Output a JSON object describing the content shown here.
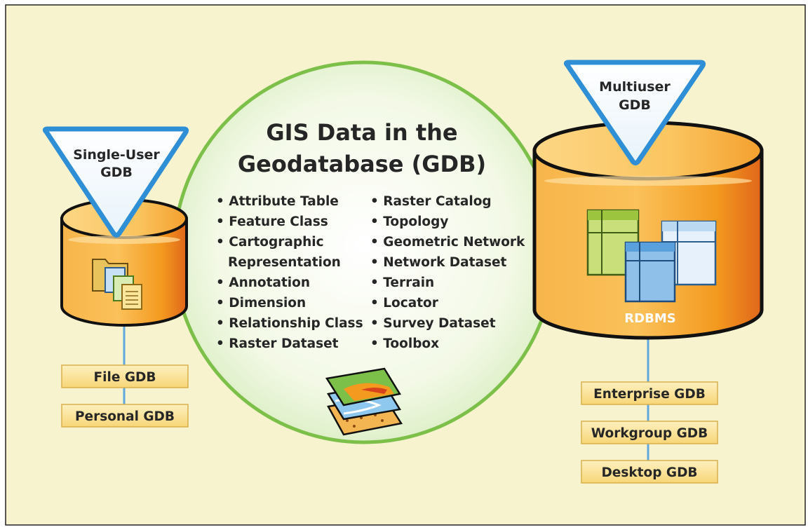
{
  "center": {
    "title_line1": "GIS Data in the",
    "title_line2": "Geodatabase (GDB)",
    "left_items": [
      "• Attribute Table",
      "• Feature Class",
      "• Cartographic",
      "Representation",
      "• Annotation",
      "• Dimension",
      "• Relationship Class",
      "• Raster Dataset"
    ],
    "right_items": [
      "• Raster Catalog",
      "• Topology",
      "• Geometric Network",
      "• Network Dataset",
      "• Terrain",
      "• Locator",
      "• Survey Dataset",
      "• Toolbox"
    ]
  },
  "single_user": {
    "label_line1": "Single-User",
    "label_line2": "GDB",
    "boxes": [
      "File GDB",
      "Personal GDB"
    ]
  },
  "multiuser": {
    "label_line1": "Multiuser",
    "label_line2": "GDB",
    "rdbms_label": "RDBMS",
    "boxes": [
      "Enterprise GDB",
      "Workgroup GDB",
      "Desktop GDB"
    ]
  },
  "colors": {
    "background": "#f8f3cf",
    "circle_outline": "#7cc04a",
    "cylinder_orange": "#f39a1f",
    "triangle_blue": "#2f8fd6",
    "box_fill": "#fbe39a"
  }
}
